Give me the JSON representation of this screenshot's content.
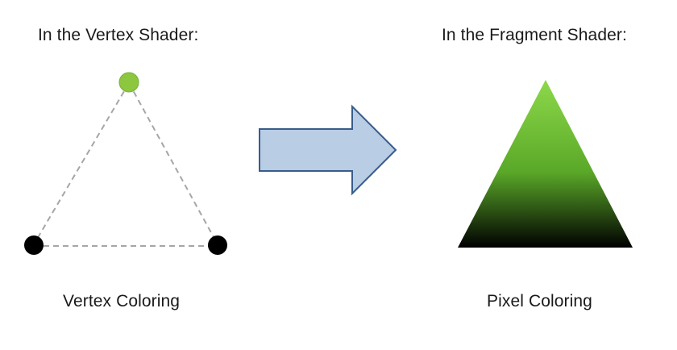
{
  "left_panel": {
    "heading": "In the Vertex Shader:",
    "caption": "Vertex Coloring",
    "vertex_colors": {
      "top": "#8dc63f",
      "bottom_left": "#000000",
      "bottom_right": "#000000"
    },
    "edge_color": "#a6a6a6"
  },
  "arrow": {
    "fill": "#b9cde5",
    "stroke": "#385d8a"
  },
  "right_panel": {
    "heading": "In the Fragment Shader:",
    "caption": "Pixel Coloring",
    "gradient": {
      "top_color": "#8dd84a",
      "mid_color": "#5aa828",
      "bottom_color": "#000000"
    }
  }
}
